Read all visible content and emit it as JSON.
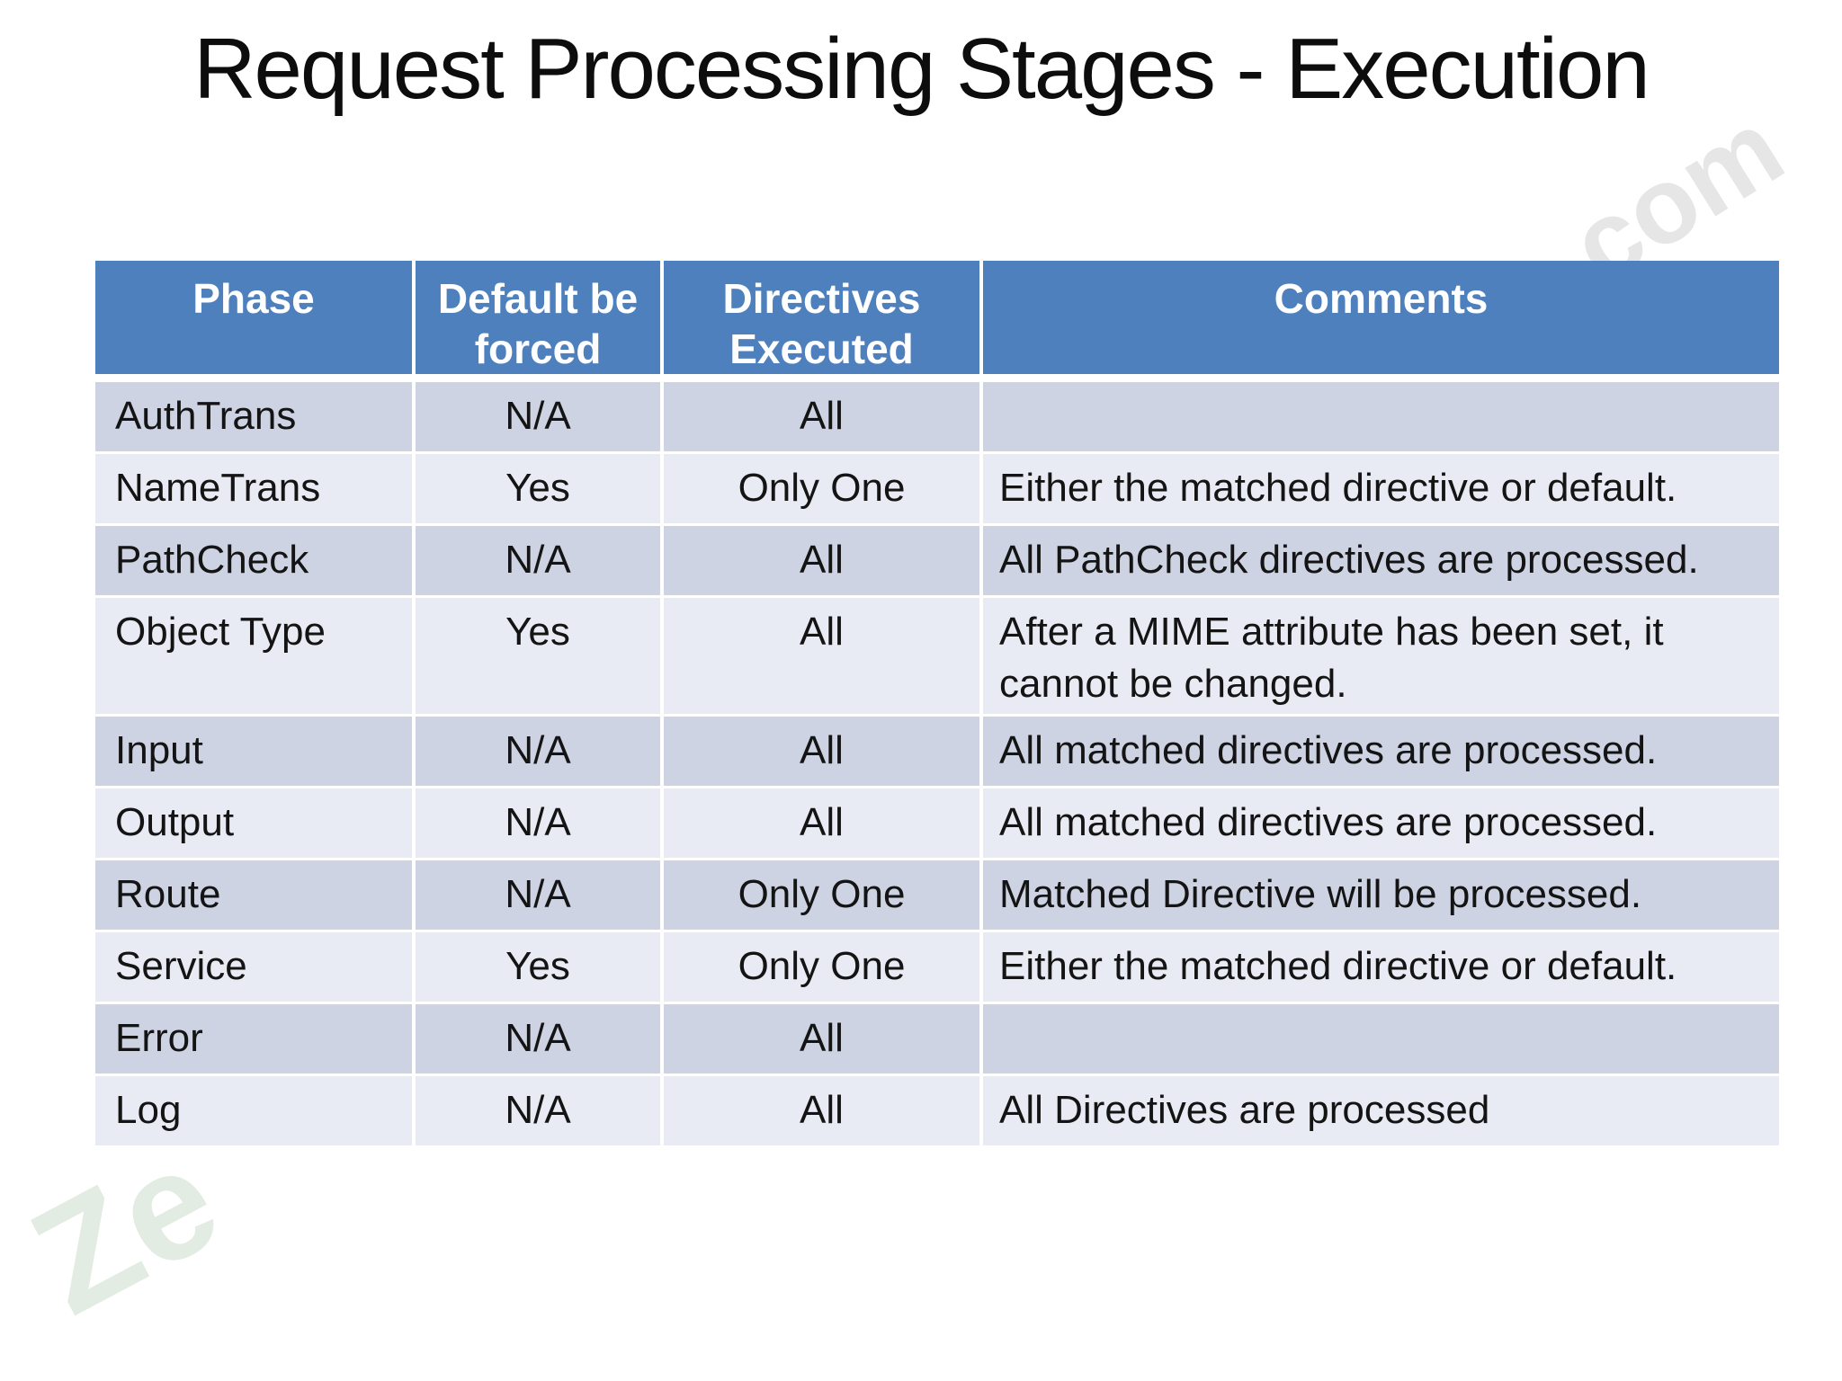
{
  "slide": {
    "title": "Request Processing Stages - Execution"
  },
  "table": {
    "headers": [
      "Phase",
      "Default be forced",
      "Directives Executed",
      "Comments"
    ],
    "rows": [
      {
        "phase": "AuthTrans",
        "default_forced": "N/A",
        "directives": "All",
        "comments": ""
      },
      {
        "phase": "NameTrans",
        "default_forced": "Yes",
        "directives": "Only One",
        "comments": "Either the matched directive or default."
      },
      {
        "phase": "PathCheck",
        "default_forced": "N/A",
        "directives": "All",
        "comments": "All PathCheck directives are processed."
      },
      {
        "phase": "Object Type",
        "default_forced": "Yes",
        "directives": "All",
        "comments": "After a MIME attribute has been set, it cannot be changed."
      },
      {
        "phase": "Input",
        "default_forced": "N/A",
        "directives": "All",
        "comments": "All matched directives are processed."
      },
      {
        "phase": "Output",
        "default_forced": "N/A",
        "directives": "All",
        "comments": "All matched directives are processed."
      },
      {
        "phase": "Route",
        "default_forced": "N/A",
        "directives": "Only One",
        "comments": "Matched Directive will be processed."
      },
      {
        "phase": "Service",
        "default_forced": "Yes",
        "directives": "Only One",
        "comments": "Either the matched directive or default."
      },
      {
        "phase": "Error",
        "default_forced": "N/A",
        "directives": "All",
        "comments": ""
      },
      {
        "phase": "Log",
        "default_forced": "N/A",
        "directives": "All",
        "comments": "All Directives are processed"
      }
    ]
  },
  "watermarks": {
    "top_right": "com",
    "bottom_left": "Ze"
  },
  "colors": {
    "header_bg": "#4e80bd",
    "row_odd": "#cdd3e3",
    "row_even": "#e9ebf4",
    "header_text": "#ffffff",
    "body_text": "#141414",
    "watermark_gray": "#e2e2e2",
    "watermark_green": "#dfeadf"
  }
}
